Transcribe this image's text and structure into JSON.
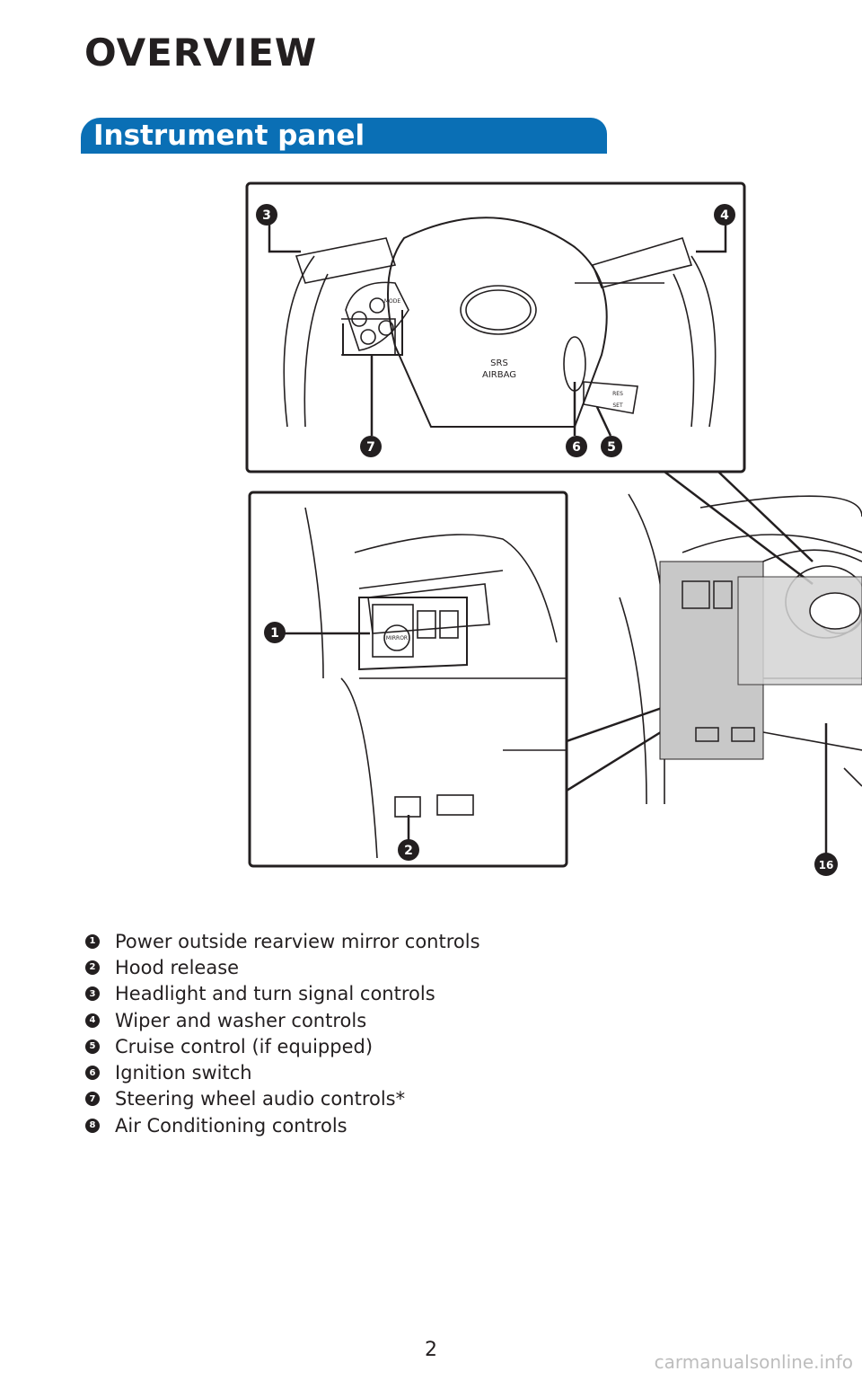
{
  "header": {
    "title": "OVERVIEW"
  },
  "section": {
    "title": "Instrument panel"
  },
  "figure": {
    "callouts": [
      "3",
      "4",
      "7",
      "6",
      "5",
      "1",
      "2",
      "16"
    ],
    "airbag_text_1": "SRS",
    "airbag_text_2": "AIRBAG",
    "mode_label": "MODE",
    "mirror_label": "MIRROR",
    "cruise_labels": [
      "RES",
      "SET"
    ]
  },
  "legend": {
    "items": [
      {
        "num": "1",
        "label": "Power outside rearview mirror controls"
      },
      {
        "num": "2",
        "label": "Hood release"
      },
      {
        "num": "3",
        "label": "Headlight and turn signal controls"
      },
      {
        "num": "4",
        "label": "Wiper and washer controls"
      },
      {
        "num": "5",
        "label": "Cruise control (if equipped)"
      },
      {
        "num": "6",
        "label": "Ignition switch"
      },
      {
        "num": "7",
        "label": "Steering wheel audio controls*"
      },
      {
        "num": "8",
        "label": "Air Conditioning controls"
      }
    ]
  },
  "footer": {
    "page_number": "2",
    "watermark": "carmanualsonline.info"
  },
  "colors": {
    "accent": "#0a6fb5",
    "text": "#231f20",
    "panel_gray": "#c8c8c8"
  }
}
